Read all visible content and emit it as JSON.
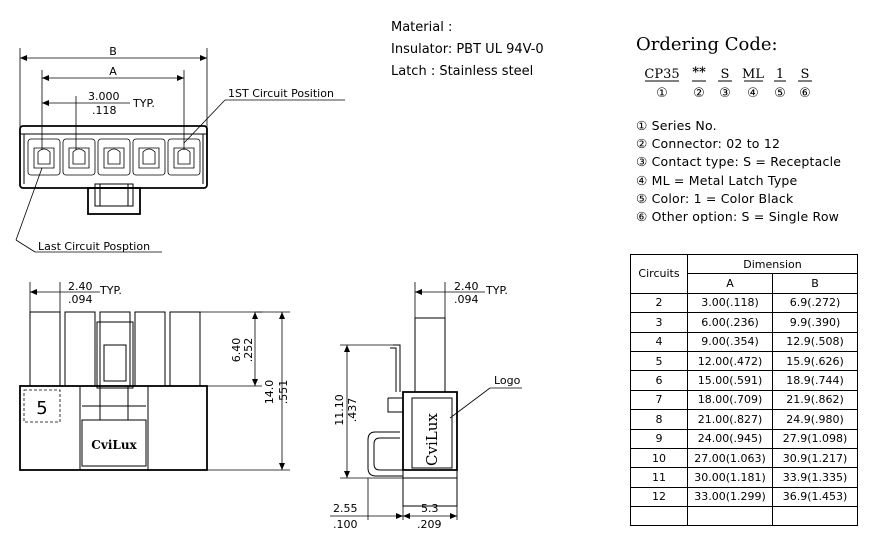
{
  "material": {
    "line1": "Material :",
    "line2": "Insulator: PBT UL 94V-0",
    "line3": "Latch : Stainless steel"
  },
  "ordering": {
    "title": "Ordering Code:",
    "code_parts": [
      "CP35",
      "**",
      "S",
      "ML",
      "1",
      "S"
    ],
    "code_numbers": [
      "①",
      "②",
      "③",
      "④",
      "⑤",
      "⑥"
    ],
    "legend": [
      "① Series No.",
      "② Connector: 02 to 12",
      "③ Contact type: S = Receptacle",
      "④ ML = Metal Latch Type",
      "⑤ Color: 1 = Color Black",
      "⑥ Other option: S = Single Row"
    ]
  },
  "top_view": {
    "label_b": "B",
    "label_a": "A",
    "pitch_mm": "3.000",
    "pitch_in": ".118",
    "typ": "TYP.",
    "first_circuit": "1ST Circuit Position",
    "last_circuit": "Last Circuit Posption"
  },
  "front_view": {
    "pitch_mm": "2.40",
    "pitch_in": ".094",
    "typ": "TYP.",
    "dim1_mm": "6.40",
    "dim1_in": ".252",
    "dim2_mm": "14.0",
    "dim2_in": ".551",
    "circuit_mark": "5",
    "logo_text": "CviLux"
  },
  "side_view": {
    "top_mm": "2.40",
    "top_in": ".094",
    "typ": "TYP.",
    "height_mm": "11.10",
    "height_in": ".437",
    "bottom1_mm": "2.55",
    "bottom1_in": ".100",
    "bottom2_mm": "5.3",
    "bottom2_in": ".209",
    "logo_label": "Logo",
    "logo_text": "CviLux"
  },
  "table": {
    "header_circuits": "Circuits",
    "header_dimension": "Dimension",
    "header_a": "A",
    "header_b": "B",
    "rows": [
      [
        "2",
        "3.00(.118)",
        "6.9(.272)"
      ],
      [
        "3",
        "6.00(.236)",
        "9.9(.390)"
      ],
      [
        "4",
        "9.00(.354)",
        "12.9(.508)"
      ],
      [
        "5",
        "12.00(.472)",
        "15.9(.626)"
      ],
      [
        "6",
        "15.00(.591)",
        "18.9(.744)"
      ],
      [
        "7",
        "18.00(.709)",
        "21.9(.862)"
      ],
      [
        "8",
        "21.00(.827)",
        "24.9(.980)"
      ],
      [
        "9",
        "24.00(.945)",
        "27.9(1.098)"
      ],
      [
        "10",
        "27.00(1.063)",
        "30.9(1.217)"
      ],
      [
        "11",
        "30.00(1.181)",
        "33.9(1.335)"
      ],
      [
        "12",
        "33.00(1.299)",
        "36.9(1.453)"
      ],
      [
        "",
        "",
        ""
      ]
    ]
  }
}
